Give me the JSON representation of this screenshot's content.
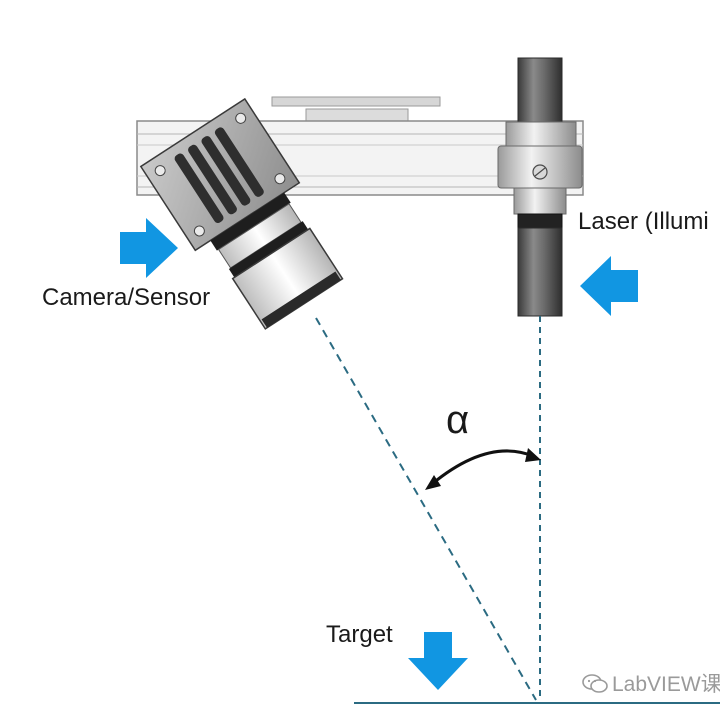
{
  "labels": {
    "camera": "Camera/Sensor",
    "laser": "Laser (Illumi",
    "target": "Target",
    "angle": "α"
  },
  "watermark": {
    "text": "LabVIEW课",
    "icon": "wechat-icon"
  },
  "colors": {
    "arrow": "#1196e2",
    "beam": "#2b6b82",
    "target_line": "#2b6b82",
    "metal_light": "#e4e4e4",
    "metal_dark": "#505050"
  },
  "icons": [
    "right-arrow-icon",
    "left-arrow-icon",
    "down-arrow-icon",
    "angle-arc-icon"
  ]
}
